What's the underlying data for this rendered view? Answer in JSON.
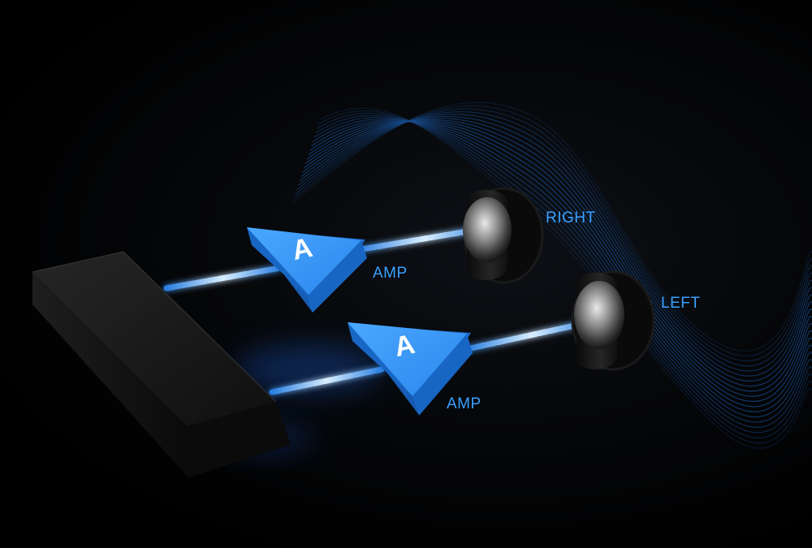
{
  "labels": {
    "right_speaker": "RIGHT",
    "left_speaker": "LEFT",
    "amp_top": "AMP",
    "amp_bottom": "AMP",
    "amp_glyph": "A"
  },
  "colors": {
    "accent": "#2b8ff0",
    "label": "#3aa0ff",
    "wave": "#1d5fb3",
    "source_block": "#141414",
    "background": "#000000"
  },
  "icons": {
    "source": "source-block-icon",
    "amp": "amplifier-triangle-icon",
    "speaker": "speaker-driver-icon"
  }
}
